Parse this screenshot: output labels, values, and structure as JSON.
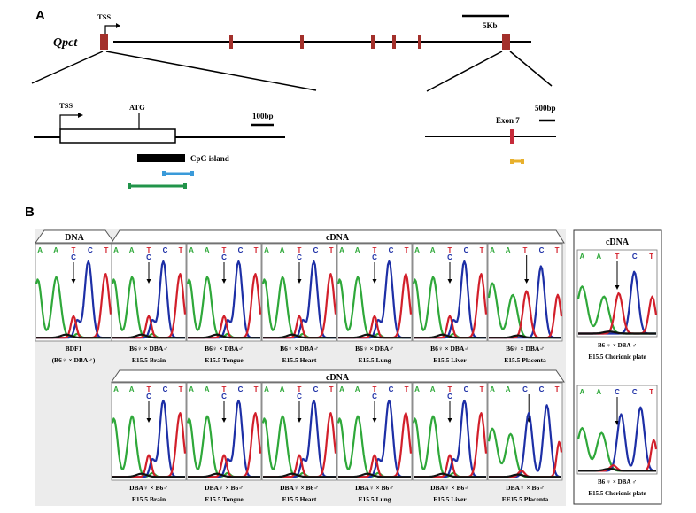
{
  "panelA": {
    "label": "A",
    "gene": "Qpct",
    "tss": "TSS",
    "scale_gene": "5Kb",
    "tss_zoom": "TSS",
    "atg": "ATG",
    "scale_promoter": "100bp",
    "cpg": "CpG  island",
    "scale_exon": "500bp",
    "exon": "Exon 7"
  },
  "panelB": {
    "label": "B",
    "dna_header": "DNA",
    "cdna_header": "cDNA",
    "right_header": "cDNA",
    "dna_caption": [
      "BDF1",
      "(B6♀ × DBA♂)"
    ],
    "row1_cross": "B6♀ × DBA♂",
    "row2_cross": "DBA♀ × B6♂",
    "row1_tissues": [
      "E15.5  Brain",
      "E15.5  Tongue",
      "E15.5  Heart",
      "E15.5  Lung",
      "E15.5  Liver",
      "E15.5  Placenta"
    ],
    "row2_tissues": [
      "E15.5  Brain",
      "E15.5  Tongue",
      "E15.5  Heart",
      "E15.5  Lung",
      "E15.5  Liver",
      "EE15.5  Placenta"
    ],
    "right_captions": [
      [
        "B6 ♀ × DBA ♂",
        "E15.5 Chorionic plate"
      ],
      [
        "B6 ♀ × DBA ♂",
        "E15.5 Chorionic plate"
      ]
    ],
    "bases_het": [
      "A",
      "A",
      "T",
      "C",
      "C",
      "T"
    ],
    "bases_placenta1": [
      "A",
      "A",
      "T",
      "C",
      "T"
    ],
    "bases_placenta2": [
      "A",
      "A",
      "C",
      "C",
      "T"
    ],
    "bases_right_top": [
      "A",
      "A",
      "T",
      "C",
      "T"
    ],
    "bases_right_bottom": [
      "A",
      "A",
      "C",
      "C",
      "T"
    ]
  },
  "colors": {
    "exon": "#a3302b",
    "blue_bracket": "#3a9ad9",
    "green_bracket": "#21944a",
    "yellow_bracket": "#e8b02c",
    "trace_A": "#2fa83a",
    "trace_C": "#1d2fa6",
    "trace_T": "#d21f2a",
    "trace_G": "#111111"
  }
}
